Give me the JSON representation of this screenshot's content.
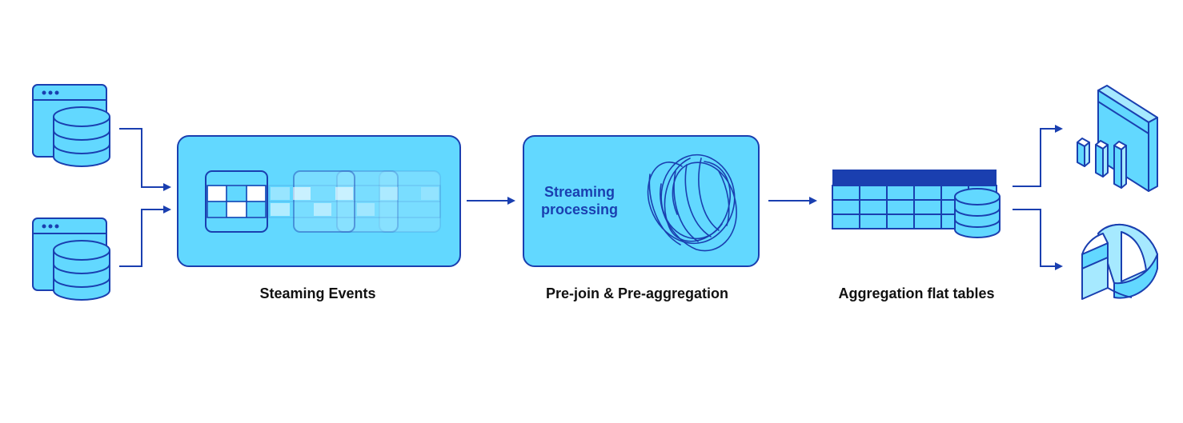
{
  "captions": {
    "streaming_events": "Steaming Events",
    "prejoin": "Pre-join & Pre-aggregation",
    "aggregation": "Aggregation flat tables"
  },
  "processing_box": {
    "line1": "Streaming",
    "line2": "processing"
  },
  "icons": {
    "source_1": "database-window-icon",
    "source_2": "database-window-icon",
    "output_1": "bar-chart-3d-icon",
    "output_2": "pie-chart-3d-icon",
    "scribble": "scribble-icon",
    "flat_table": "table-with-database-icon"
  },
  "colors": {
    "accent": "#1a3fb0",
    "fill": "#62d8ff",
    "light_fill": "#a6e9ff",
    "header": "#1a3fb0",
    "white": "#ffffff"
  }
}
